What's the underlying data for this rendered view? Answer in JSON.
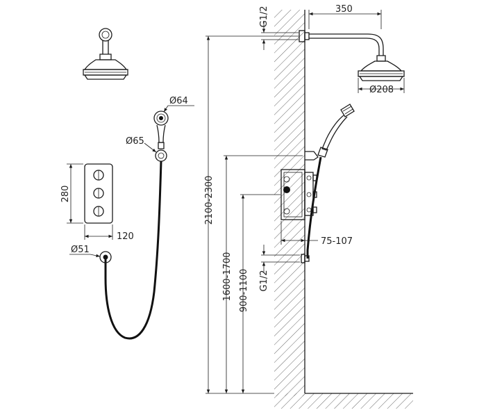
{
  "labels": {
    "inlet_top": "G1/2",
    "arm_length": "350",
    "head_diameter": "Ø208",
    "handshower_diameter": "Ø64",
    "holder_diameter": "Ø65",
    "panel_height": "280",
    "panel_width": "120",
    "outlet_diameter": "Ø51",
    "total_height": "2100-2300",
    "handshower_height": "1600-1700",
    "valve_height": "900-1100",
    "mixer_depth": "75-107",
    "inlet_bottom": "G1/2"
  }
}
